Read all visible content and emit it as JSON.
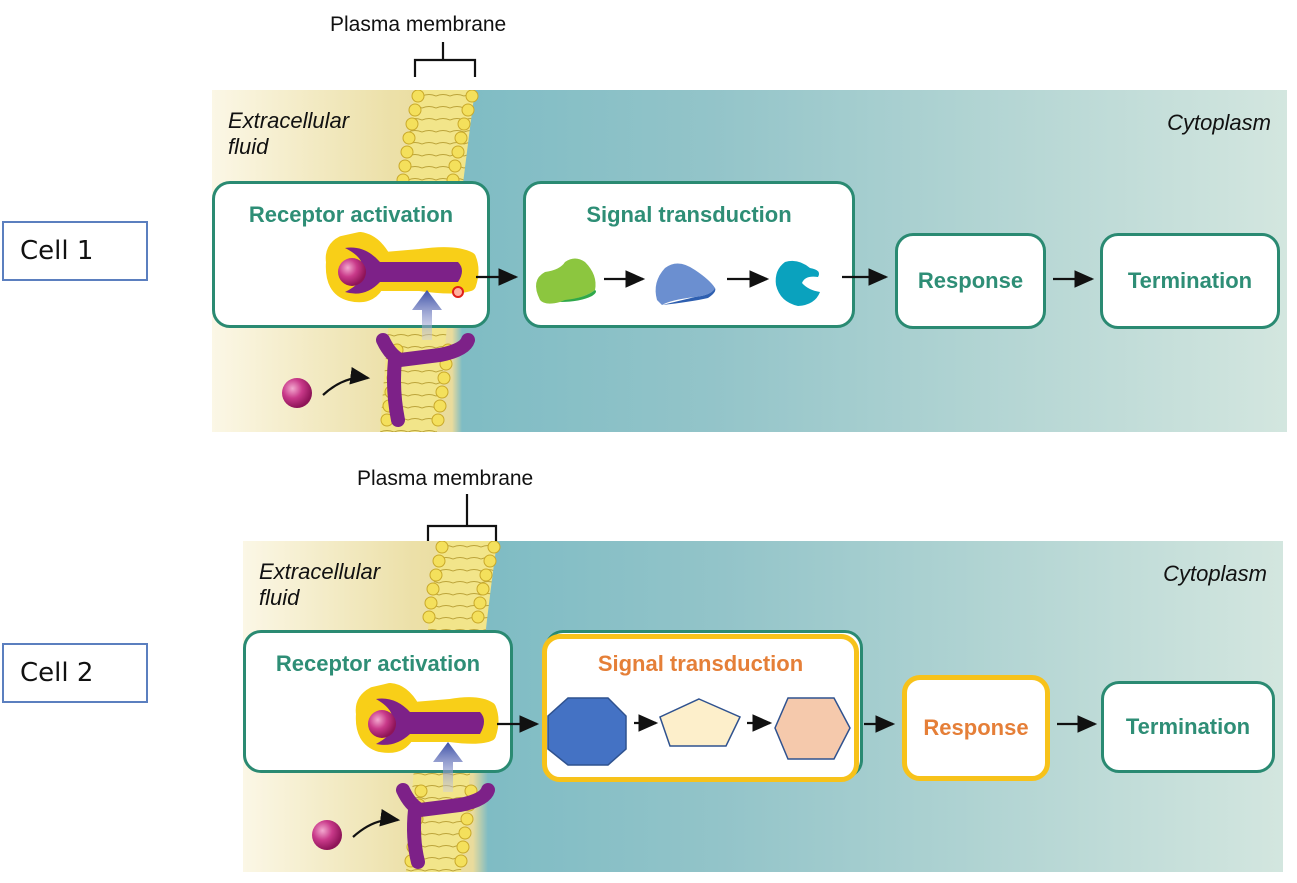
{
  "cells": [
    {
      "label": "Cell 1",
      "membrane_label": "Plasma membrane",
      "extracellular_label_line1": "Extracellular",
      "extracellular_label_line2": "fluid",
      "cytoplasm_label": "Cytoplasm",
      "steps": [
        {
          "title": "Receptor activation",
          "highlighted": false
        },
        {
          "title": "Signal transduction",
          "highlighted": false,
          "molecules": [
            "green-blob",
            "blue-crescent",
            "teal-pacman"
          ]
        },
        {
          "title": "Response",
          "highlighted": false
        },
        {
          "title": "Termination",
          "highlighted": false
        }
      ]
    },
    {
      "label": "Cell 2",
      "membrane_label": "Plasma membrane",
      "extracellular_label_line1": "Extracellular",
      "extracellular_label_line2": "fluid",
      "cytoplasm_label": "Cytoplasm",
      "steps": [
        {
          "title": "Receptor activation",
          "highlighted": false
        },
        {
          "title": "Signal transduction",
          "highlighted": true,
          "molecules": [
            "blue-octagon",
            "cream-pentagon",
            "peach-hexagon"
          ]
        },
        {
          "title": "Response",
          "highlighted": true
        },
        {
          "title": "Termination",
          "highlighted": false
        }
      ]
    }
  ],
  "colors": {
    "step_border": "#2a8a72",
    "step_text": "#2e8e76",
    "highlight_border": "#f7c21a",
    "highlight_text": "#e57f38",
    "cell_label_border": "#5b7fbf"
  }
}
